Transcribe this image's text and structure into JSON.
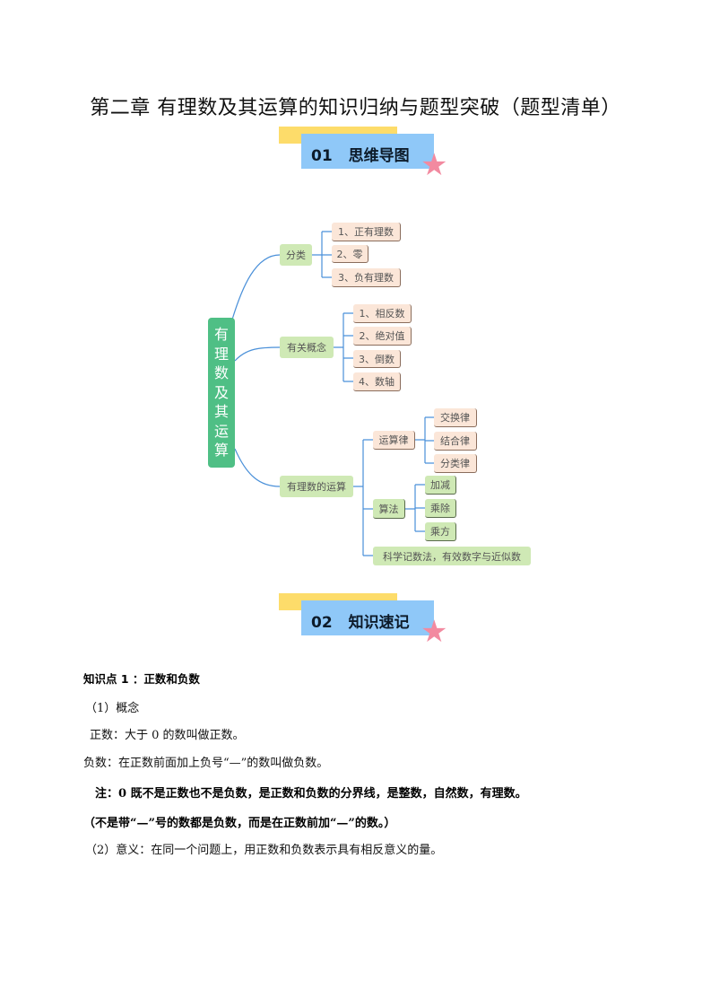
{
  "title": "第二章  有理数及其运算的知识归纳与题型突破（题型清单）",
  "banner1": {
    "num": "01",
    "label": "思维导图"
  },
  "banner2": {
    "num": "02",
    "label": "知识速记"
  },
  "mindmap": {
    "root": [
      "有",
      "理",
      "数",
      "及",
      "其",
      "运",
      "算"
    ],
    "branch1": {
      "label": "分类",
      "items": [
        "1、正有理数",
        "2、零",
        "3、负有理数"
      ]
    },
    "branch2": {
      "label": "有关概念",
      "items": [
        "1、相反数",
        "2、绝对值",
        "3、倒数",
        "4、数轴"
      ]
    },
    "branch3": {
      "label": "有理数的运算",
      "laws": {
        "label": "运算律",
        "items": [
          "交换律",
          "结合律",
          "分类律"
        ]
      },
      "algo": {
        "label": "算法",
        "items": [
          "加减",
          "乘除",
          "乘方"
        ]
      },
      "sci": "科学记数法，有效数字与近似数"
    }
  },
  "notes": {
    "heading": "知识点 1 ：正数和负数",
    "concept": "（1）概念",
    "positive": "正数：大于 0 的数叫做正数。",
    "negative": "负数：在正数前面加上负号“—”的数叫做负数。",
    "note": "注：0 既不是正数也不是负数，是正数和负数的分界线，是整数，自然数，有理数。",
    "note2": "（不是带“—”号的数都是负数，而是在正数前加“—”的数。）",
    "meaning": "（2）意义：在同一个问题上，用正数和负数表示具有相反意义的量。"
  },
  "colors": {
    "root": "#4fbf85",
    "green_node": "#cfe9b5",
    "peach_node": "#fbe6d8",
    "line": "#4a90d9",
    "banner_blue": "#8fc8f8",
    "banner_yellow": "#fddc6a",
    "star": "#f28aa0"
  }
}
